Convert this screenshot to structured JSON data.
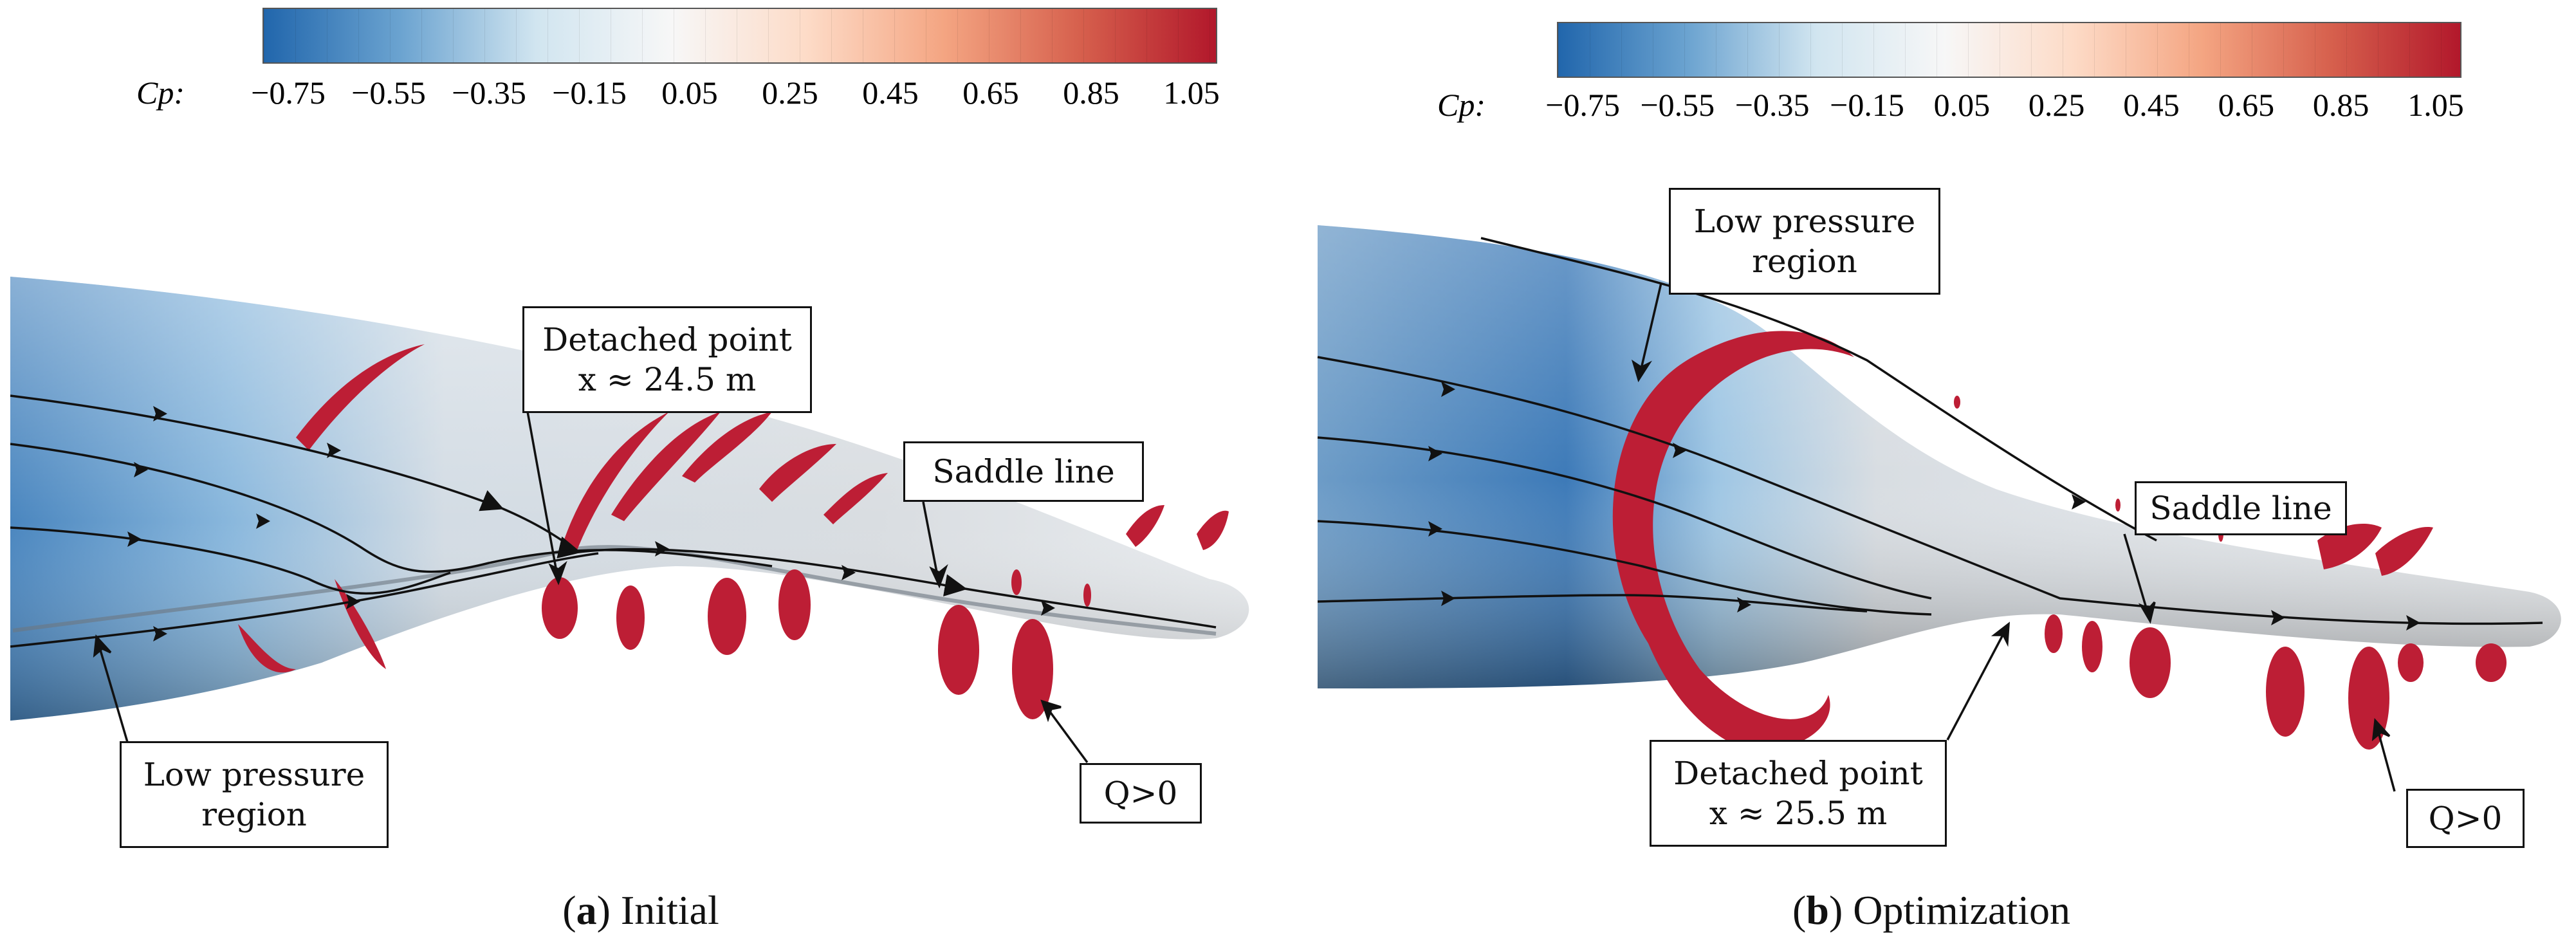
{
  "colorbar": {
    "variable": "Cp:",
    "ticks": [
      "−0.75",
      "−0.55",
      "−0.35",
      "−0.15",
      "0.05",
      "0.25",
      "0.45",
      "0.65",
      "0.85",
      "1.05"
    ],
    "colors": [
      "#2166ac",
      "#6ba3d0",
      "#d1e5f0",
      "#f7f7f7",
      "#fddbc7",
      "#f4a582",
      "#d6604d",
      "#b2182b"
    ]
  },
  "panels": [
    {
      "caption_letter": "a",
      "caption_text": "Initial",
      "callouts": {
        "detached": [
          "Detached point",
          "x ≈ 24.5 m"
        ],
        "saddle": [
          "Saddle line"
        ],
        "low_pressure": [
          "Low pressure",
          "region"
        ],
        "q": [
          "Q>0"
        ]
      }
    },
    {
      "caption_letter": "b",
      "caption_text": "Optimization",
      "callouts": {
        "low_pressure": [
          "Low pressure",
          "region"
        ],
        "saddle": [
          "Saddle line"
        ],
        "detached": [
          "Detached point",
          "x ≈ 25.5 m"
        ],
        "q": [
          "Q>0"
        ]
      }
    }
  ]
}
